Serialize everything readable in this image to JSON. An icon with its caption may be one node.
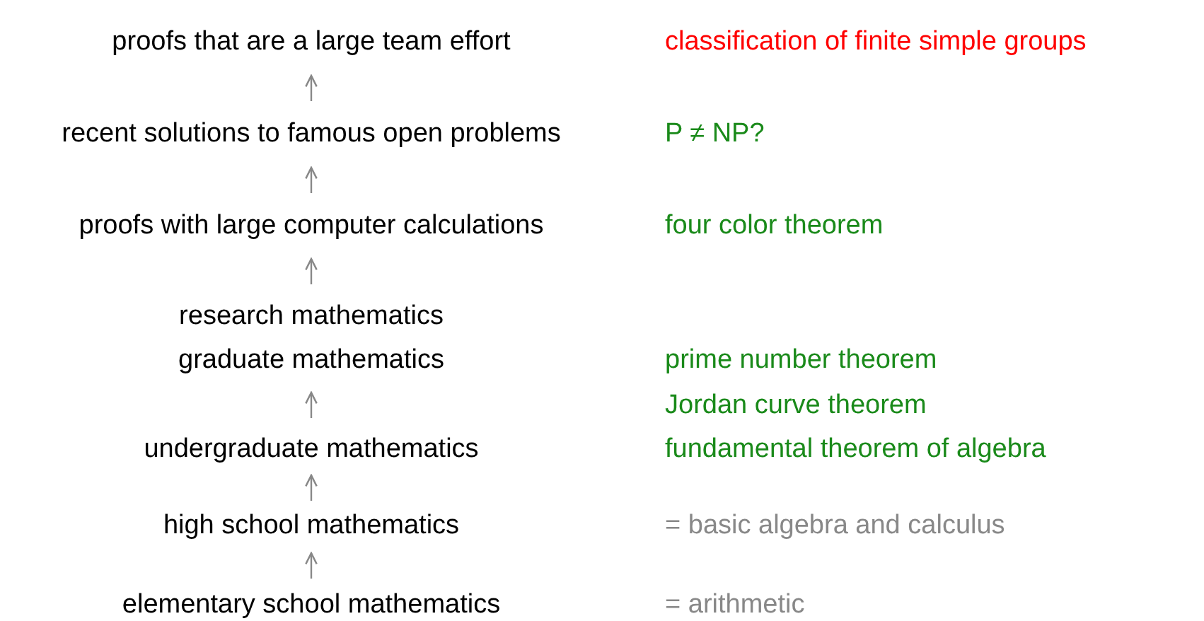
{
  "diagram": {
    "nodes": [
      {
        "text": [
          "proofs that are a large team effort"
        ]
      },
      {
        "text": [
          "recent solutions to famous open problems"
        ]
      },
      {
        "text": [
          "proofs with large computer calculations"
        ]
      },
      {
        "text": [
          "research mathematics"
        ]
      },
      {
        "text": [
          "graduate mathematics"
        ]
      },
      {
        "text": [
          "undergraduate mathematics"
        ]
      },
      {
        "text": [
          "high school mathematics"
        ]
      },
      {
        "text": [
          "elementary school mathematics"
        ]
      }
    ],
    "edges": [
      {
        "from": 7,
        "to": 6,
        "arrow": "to"
      },
      {
        "from": 6,
        "to": 5,
        "arrow": "to"
      },
      {
        "from": 5,
        "to": 4,
        "arrow": "to"
      },
      {
        "from": 3,
        "to": 2,
        "arrow": "to"
      },
      {
        "from": 2,
        "to": 1,
        "arrow": "to"
      },
      {
        "from": 1,
        "to": 0,
        "arrow": "to"
      }
    ],
    "labels": [
      "classification of finite simple groups",
      "P ≠ NP?",
      "four color theorem",
      "prime number theorem",
      "Jordan curve theorem",
      "fundamental theorem of algebra",
      "= basic algebra and calculus",
      "= arithmetic"
    ]
  }
}
